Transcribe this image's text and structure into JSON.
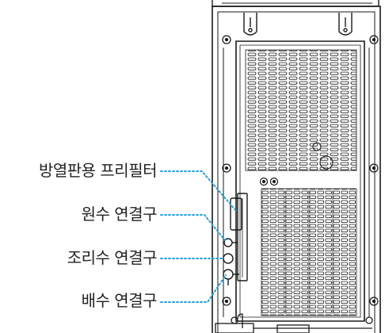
{
  "labels": [
    {
      "key": "heat_vent_filter",
      "text": "방열판용 프리필터"
    },
    {
      "key": "raw_water_connection",
      "text": "원수 연결구"
    },
    {
      "key": "purified_water_connection",
      "text": "조리수 연결구"
    },
    {
      "key": "drain_connection",
      "text": "배수 연결구"
    }
  ],
  "colors": {
    "leader_line": "#2a9fd6",
    "outline": "#1a1a1a",
    "background": "#ffffff"
  }
}
